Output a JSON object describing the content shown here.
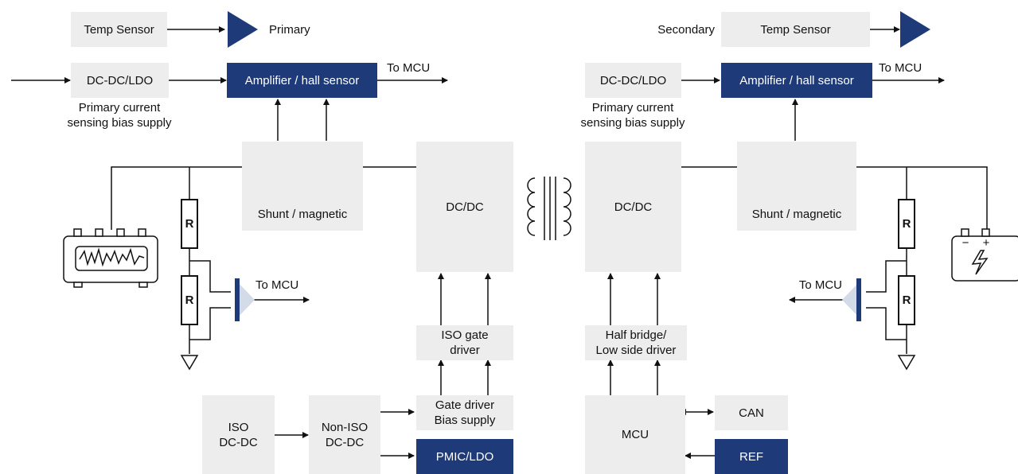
{
  "primary": {
    "temp_sensor": "Temp Sensor",
    "amp_label": "Primary",
    "dcdc_ldo": "DC-DC/LDO",
    "amplifier": "Amplifier / hall sensor",
    "to_mcu_top": "To MCU",
    "bias_caption": "Primary current\nsensing bias supply",
    "shunt": "Shunt / magnetic",
    "dcdc": "DC/DC",
    "resistor_top": "R",
    "resistor_bottom": "R",
    "to_mcu_mid": "To MCU",
    "iso_gate_driver": "ISO gate\ndriver",
    "gate_driver_bias": "Gate driver\nBias supply",
    "pmic_ldo": "PMIC/LDO",
    "iso_dcdc": "ISO\nDC-DC",
    "non_iso_dcdc": "Non-ISO\nDC-DC"
  },
  "secondary": {
    "amp_label": "Secondary",
    "temp_sensor": "Temp Sensor",
    "dcdc_ldo": "DC-DC/LDO",
    "amplifier": "Amplifier / hall sensor",
    "to_mcu_top": "To MCU",
    "bias_caption": "Primary current\nsensing bias supply",
    "shunt": "Shunt / magnetic",
    "dcdc": "DC/DC",
    "resistor_top": "R",
    "resistor_bottom": "R",
    "to_mcu_mid": "To MCU",
    "half_bridge": "Half bridge/\nLow side driver",
    "mcu": "MCU",
    "can": "CAN",
    "ref": "REF",
    "battery_minus": "−",
    "battery_plus": "+"
  },
  "colors": {
    "dark_block": "#1f3a78",
    "light_block": "#ededed",
    "wire": "#111111"
  },
  "icons": [
    "triangle-amplifier-icon",
    "transformer-icon",
    "waveform-source-icon",
    "battery-icon",
    "ground-icon",
    "shunt-resistor-icon",
    "hall-coil-icon",
    "adc-triangle-icon"
  ]
}
